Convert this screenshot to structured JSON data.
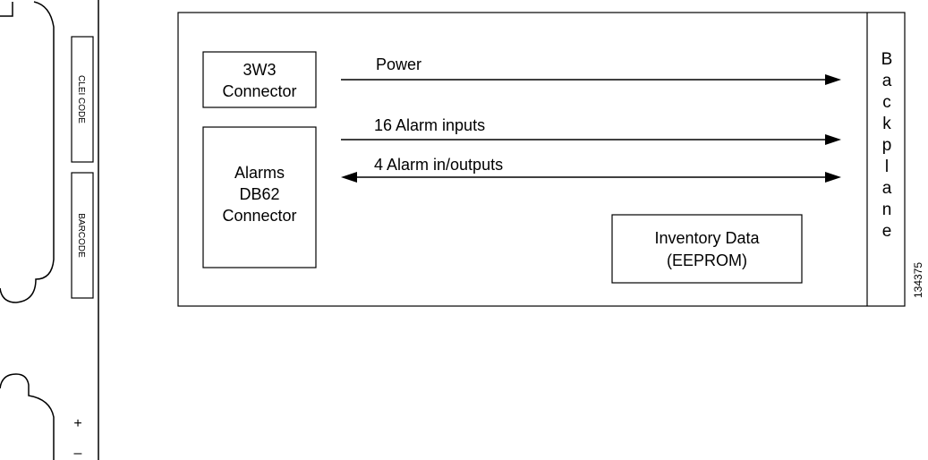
{
  "faceplate": {
    "clei_label": "CLEI CODE",
    "barcode_label": "BARCODE",
    "plus_sign": "+",
    "minus_sign": "–"
  },
  "module": {
    "connector_3w3": {
      "line1": "3W3",
      "line2": "Connector"
    },
    "alarms_connector": {
      "line1": "Alarms",
      "line2": "DB62",
      "line3": "Connector"
    },
    "inventory": {
      "line1": "Inventory Data",
      "line2": "(EEPROM)"
    },
    "backplane": {
      "letters": [
        "B",
        "a",
        "c",
        "k",
        "p",
        "l",
        "a",
        "n",
        "e"
      ]
    }
  },
  "signals": {
    "power": "Power",
    "alarm_inputs": "16 Alarm inputs",
    "alarm_io": "4 Alarm in/outputs"
  },
  "figure_id": "134375"
}
